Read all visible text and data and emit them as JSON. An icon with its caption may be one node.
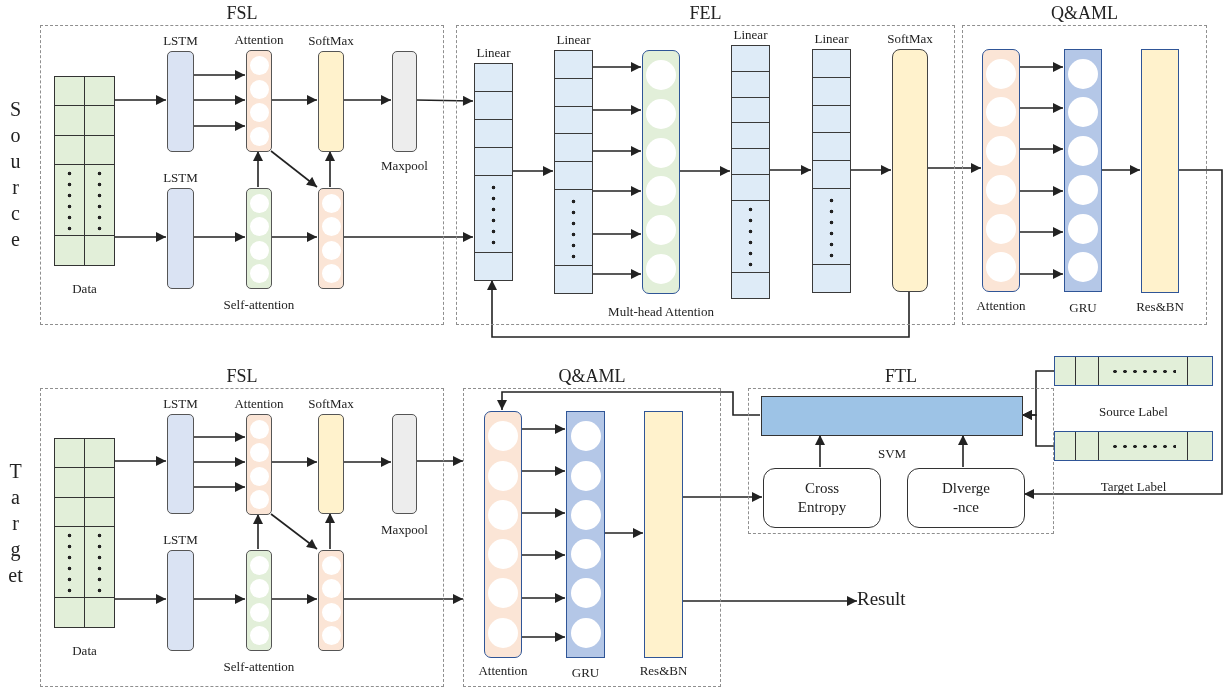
{
  "diagram": {
    "nodes": [
      {
        "text": [
          "FSL"
        ]
      },
      {
        "text": [
          "Data"
        ],
        "in": 0
      },
      {
        "text": [
          "LSTM"
        ],
        "in": 0
      },
      {
        "text": [
          "Attention"
        ],
        "in": 0
      },
      {
        "text": [
          "SoftMax"
        ],
        "in": 0
      },
      {
        "text": [
          "Maxpool"
        ],
        "in": 0
      },
      {
        "text": [
          "LSTM"
        ],
        "in": 0
      },
      {
        "text": [
          "Self-attention"
        ],
        "in": 0
      },
      {
        "text": [],
        "shape": "box",
        "in": 0
      },
      {
        "text": [
          "FEL"
        ]
      },
      {
        "text": [
          "Linear"
        ],
        "in": 9
      },
      {
        "text": [
          "Linear"
        ],
        "in": 9
      },
      {
        "text": [
          "Mult-head Attention"
        ],
        "in": 9
      },
      {
        "text": [
          "Linear"
        ],
        "in": 9
      },
      {
        "text": [
          "Linear"
        ],
        "in": 9
      },
      {
        "text": [
          "SoftMax"
        ],
        "in": 9
      },
      {
        "text": [
          "Q&AML"
        ]
      },
      {
        "text": [
          "Attention"
        ],
        "in": 16
      },
      {
        "text": [
          "GRU"
        ],
        "in": 16
      },
      {
        "text": [
          "Res&BN"
        ],
        "in": 16
      },
      {
        "text": [
          "FSL"
        ]
      },
      {
        "text": [
          "Data"
        ],
        "in": 20
      },
      {
        "text": [
          "LSTM"
        ],
        "in": 20
      },
      {
        "text": [
          "Attention"
        ],
        "in": 20
      },
      {
        "text": [
          "SoftMax"
        ],
        "in": 20
      },
      {
        "text": [
          "Maxpool"
        ],
        "in": 20
      },
      {
        "text": [
          "LSTM"
        ],
        "in": 20
      },
      {
        "text": [
          "Self-attention"
        ],
        "in": 20
      },
      {
        "text": [],
        "shape": "box",
        "in": 20
      },
      {
        "text": [
          "Q&AML"
        ]
      },
      {
        "text": [
          "Attention"
        ],
        "in": 29
      },
      {
        "text": [
          "GRU"
        ],
        "in": 29
      },
      {
        "text": [
          "Res&BN"
        ],
        "in": 29
      },
      {
        "text": [
          "FTL"
        ]
      },
      {
        "text": [
          "SVM"
        ],
        "in": 33
      },
      {
        "text": [
          "Cross Entropy"
        ],
        "in": 33
      },
      {
        "text": [
          "Dlverge -nce"
        ],
        "in": 33
      },
      {
        "text": [
          "Source Label"
        ]
      },
      {
        "text": [
          "Target Label"
        ]
      },
      {
        "text": [
          "Result"
        ]
      }
    ],
    "edges": [
      {
        "from": 1,
        "to": 2,
        "arrow": "to"
      },
      {
        "from": 1,
        "to": 6,
        "arrow": "to"
      },
      {
        "from": 2,
        "to": 3,
        "arrow": "to"
      },
      {
        "from": 2,
        "to": 3,
        "arrow": "to"
      },
      {
        "from": 2,
        "to": 3,
        "arrow": "to"
      },
      {
        "from": 3,
        "to": 4,
        "arrow": "to"
      },
      {
        "from": 4,
        "to": 5,
        "arrow": "to"
      },
      {
        "from": 3,
        "to": 8,
        "arrow": "to"
      },
      {
        "from": 7,
        "to": 3,
        "arrow": "to"
      },
      {
        "from": 6,
        "to": 7,
        "arrow": "to"
      },
      {
        "from": 7,
        "to": 8,
        "arrow": "to"
      },
      {
        "from": 8,
        "to": 4,
        "arrow": "to"
      },
      {
        "from": 5,
        "to": 10,
        "arrow": "to"
      },
      {
        "from": 8,
        "to": 10,
        "arrow": "to"
      },
      {
        "from": 10,
        "to": 11,
        "arrow": "to"
      },
      {
        "from": 11,
        "to": 12,
        "arrow": "to"
      },
      {
        "from": 11,
        "to": 12,
        "arrow": "to"
      },
      {
        "from": 11,
        "to": 12,
        "arrow": "to"
      },
      {
        "from": 11,
        "to": 12,
        "arrow": "to"
      },
      {
        "from": 11,
        "to": 12,
        "arrow": "to"
      },
      {
        "from": 11,
        "to": 12,
        "arrow": "to"
      },
      {
        "from": 12,
        "to": 13,
        "arrow": "to"
      },
      {
        "from": 13,
        "to": 14,
        "arrow": "to"
      },
      {
        "from": 14,
        "to": 15,
        "arrow": "to"
      },
      {
        "from": 15,
        "to": 10,
        "arrow": "to"
      },
      {
        "from": 15,
        "to": 17,
        "arrow": "to"
      },
      {
        "from": 17,
        "to": 18,
        "arrow": "to"
      },
      {
        "from": 17,
        "to": 18,
        "arrow": "to"
      },
      {
        "from": 17,
        "to": 18,
        "arrow": "to"
      },
      {
        "from": 17,
        "to": 18,
        "arrow": "to"
      },
      {
        "from": 17,
        "to": 18,
        "arrow": "to"
      },
      {
        "from": 17,
        "to": 18,
        "arrow": "to"
      },
      {
        "from": 18,
        "to": 19,
        "arrow": "to"
      },
      {
        "from": 19,
        "to": 36,
        "arrow": "to"
      },
      {
        "from": 37,
        "to": 34,
        "arrow": "to"
      },
      {
        "from": 38,
        "to": 34,
        "arrow": "to"
      },
      {
        "from": 34,
        "to": 30,
        "arrow": "to"
      },
      {
        "from": 35,
        "to": 34,
        "arrow": "to"
      },
      {
        "from": 36,
        "to": 34,
        "arrow": "to"
      },
      {
        "from": 21,
        "to": 22,
        "arrow": "to"
      },
      {
        "from": 21,
        "to": 26,
        "arrow": "to"
      },
      {
        "from": 22,
        "to": 23,
        "arrow": "to"
      },
      {
        "from": 22,
        "to": 23,
        "arrow": "to"
      },
      {
        "from": 22,
        "to": 23,
        "arrow": "to"
      },
      {
        "from": 23,
        "to": 24,
        "arrow": "to"
      },
      {
        "from": 24,
        "to": 25,
        "arrow": "to"
      },
      {
        "from": 23,
        "to": 28,
        "arrow": "to"
      },
      {
        "from": 27,
        "to": 23,
        "arrow": "to"
      },
      {
        "from": 26,
        "to": 27,
        "arrow": "to"
      },
      {
        "from": 27,
        "to": 28,
        "arrow": "to"
      },
      {
        "from": 28,
        "to": 24,
        "arrow": "to"
      },
      {
        "from": 25,
        "to": 29,
        "arrow": "to"
      },
      {
        "from": 28,
        "to": 29,
        "arrow": "to"
      },
      {
        "from": 30,
        "to": 31,
        "arrow": "to"
      },
      {
        "from": 30,
        "to": 31,
        "arrow": "to"
      },
      {
        "from": 30,
        "to": 31,
        "arrow": "to"
      },
      {
        "from": 30,
        "to": 31,
        "arrow": "to"
      },
      {
        "from": 30,
        "to": 31,
        "arrow": "to"
      },
      {
        "from": 30,
        "to": 31,
        "arrow": "to"
      },
      {
        "from": 31,
        "to": 32,
        "arrow": "to"
      },
      {
        "from": 32,
        "to": 35,
        "arrow": "to"
      },
      {
        "from": 32,
        "to": 39,
        "arrow": "to"
      }
    ],
    "labels": [
      "Source",
      "Target"
    ]
  }
}
